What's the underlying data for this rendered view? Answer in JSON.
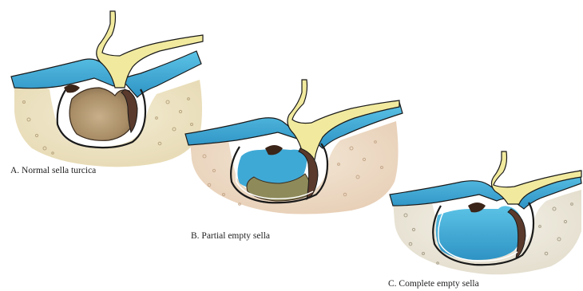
{
  "diagram": {
    "panels": [
      {
        "id": "A",
        "caption": "A. Normal sella turcica"
      },
      {
        "id": "B",
        "caption": "B. Partial empty sella"
      },
      {
        "id": "C",
        "caption": "C. Complete empty sella"
      }
    ]
  },
  "colors": {
    "csf_blue": "#4db6dc",
    "hypothalamus_yellow": "#f1ea9e",
    "bone_beige": "#efe6c8",
    "pituitary_tan": "#b49a72",
    "posterior_lobe_dark": "#5a3a2c",
    "outline": "#1a1a1a"
  }
}
